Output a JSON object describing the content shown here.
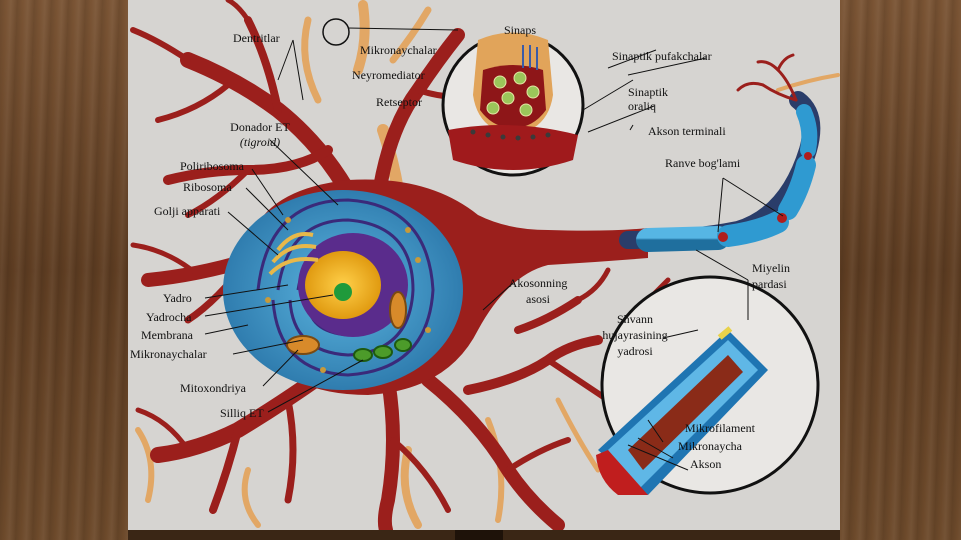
{
  "labels": {
    "dentritlar": "Dentritlar",
    "sinaps": "Sinaps",
    "mikronaychalar": "Mikronaychalar",
    "sinaptik_pufakchalar": "Sinaptik pufakchalar",
    "neyromediator": "Neyromediator",
    "sinaptik_oraliq_1": "Sinaptik",
    "sinaptik_oraliq_2": "oraliq",
    "retseptor": "Retseptor",
    "akson_terminali": "Akson terminali",
    "donador_et": "Donador ET",
    "tigroid": "(tigroid)",
    "poliribosoma": "Poliribosoma",
    "ribosoma": "Ribosoma",
    "golji": "Golji apparati",
    "ranve": "Ranve bog'lami",
    "miyelin_1": "Miyelin",
    "miyelin_2": "pardasi",
    "akson_asosi_1": "Akosonning",
    "akson_asosi_2": "asosi",
    "shvann_1": "Shvann",
    "shvann_2": "hujayrasining",
    "shvann_3": "yadrosi",
    "yadro": "Yadro",
    "yadrocha": "Yadrocha",
    "membrana": "Membrana",
    "mikronaychalar_2": "Mikronaychalar",
    "mitoxondriya": "Mitoxondriya",
    "silliq_et": "Silliq ET",
    "mikrofilament": "Mikrofilament",
    "mikronaycha": "Mikronaycha",
    "akson": "Akson"
  },
  "colors": {
    "neuron_red": "#9b1f1c",
    "dendrite_tan": "#e2a765",
    "soma_blue": "#3d8fc0",
    "nucleus_purple": "#5a2c8c",
    "nucleolus_yellow": "#f2b51c",
    "myelin_blue": "#2f9ad1",
    "background_panel": "#d6d4d1"
  }
}
